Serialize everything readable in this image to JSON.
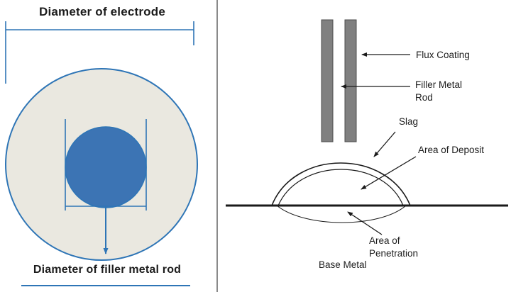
{
  "left_panel": {
    "electrode_label": "Diameter of electrode",
    "filler_label": "Diameter of filler metal rod"
  },
  "right_panel": {
    "flux_coating": "Flux Coating",
    "filler_metal_rod": "Filler Metal\nRod",
    "slag": "Slag",
    "area_of_deposit": "Area of Deposit",
    "area_of_penetration": "Area of\nPenetration",
    "base_metal": "Base Metal"
  },
  "colors": {
    "dimension_blue": "#2E75B6",
    "inner_circle_fill": "#3C74B4",
    "outer_circle_fill": "#EAE8E0",
    "flux_gray": "#808080",
    "line_black": "#1A1A1A",
    "divider_gray": "#8A8A8A"
  }
}
